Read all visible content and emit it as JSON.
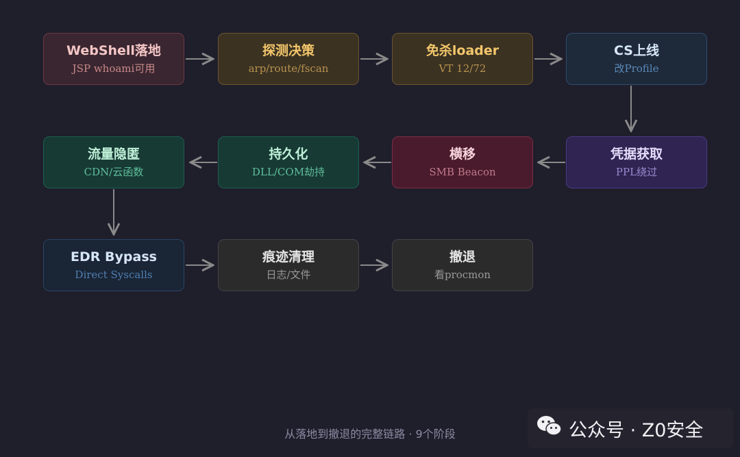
{
  "nodes": [
    {
      "id": "n1",
      "title": "WebShell落地",
      "sub": "JSP whoami可用",
      "bg": "#3a2630",
      "border": "#6b3a44",
      "title_color": "#f4c6c6",
      "sub_color": "#c88a8a"
    },
    {
      "id": "n2",
      "title": "探测决策",
      "sub": "arp/route/fscan",
      "bg": "#3b3222",
      "border": "#6a5530",
      "title_color": "#f3c66b",
      "sub_color": "#b8934f"
    },
    {
      "id": "n3",
      "title": "免杀loader",
      "sub": "VT 12/72",
      "bg": "#3b3222",
      "border": "#6a5530",
      "title_color": "#f3c66b",
      "sub_color": "#b8934f"
    },
    {
      "id": "n4",
      "title": "CS上线",
      "sub": "改Profile",
      "bg": "#1e2a3a",
      "border": "#2d4d6e",
      "title_color": "#d6e6f7",
      "sub_color": "#5c88b8"
    },
    {
      "id": "n5",
      "title": "凭据获取",
      "sub": "PPL绕过",
      "bg": "#2f2452",
      "border": "#4c3a86",
      "title_color": "#e6dcfb",
      "sub_color": "#9a8ad0"
    },
    {
      "id": "n6",
      "title": "横移",
      "sub": "SMB Beacon",
      "bg": "#4a1b2c",
      "border": "#7a2e45",
      "title_color": "#f7d3dc",
      "sub_color": "#c07a8c"
    },
    {
      "id": "n7",
      "title": "持久化",
      "sub": "DLL/COM劫持",
      "bg": "#173a34",
      "border": "#1f5e50",
      "title_color": "#bff0d8",
      "sub_color": "#5fbf9a"
    },
    {
      "id": "n8",
      "title": "流量隐匿",
      "sub": "CDN/云函数",
      "bg": "#173a34",
      "border": "#1f5e50",
      "title_color": "#bff0d8",
      "sub_color": "#5fbf9a"
    },
    {
      "id": "n9",
      "title": "EDR Bypass",
      "sub": "Direct Syscalls",
      "bg": "#1a2535",
      "border": "#2a4566",
      "title_color": "#d6e6f7",
      "sub_color": "#4f7fb3"
    },
    {
      "id": "n10",
      "title": "痕迹清理",
      "sub": "日志/文件",
      "bg": "#2b2b2c",
      "border": "#444446",
      "title_color": "#e6e6e6",
      "sub_color": "#9a9a9a"
    },
    {
      "id": "n11",
      "title": "撤退",
      "sub": "看procmon",
      "bg": "#2b2b2c",
      "border": "#444446",
      "title_color": "#e6e6e6",
      "sub_color": "#9a9a9a"
    }
  ],
  "caption": "从落地到撤退的完整链路 · 9个阶段",
  "watermark": {
    "text": "公众号 · Z0安全"
  },
  "colors": {
    "background": "#1f1e2b",
    "arrow": "#8a8a8a"
  }
}
